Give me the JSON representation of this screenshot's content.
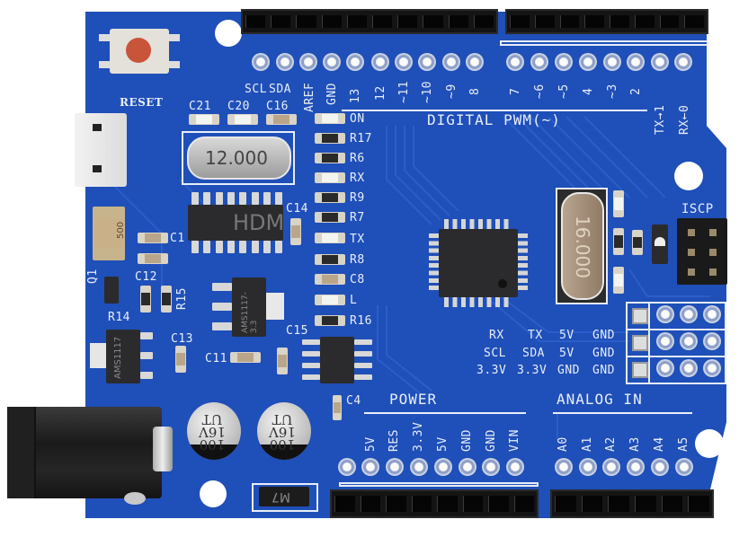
{
  "board": {
    "pcb_color": "#1f4fb8",
    "trace_color": "#2a5cc8",
    "silkscreen_color": "#e8eef8"
  },
  "reset": {
    "label": "RESET"
  },
  "top_header_labels": {
    "left": [
      "SCL",
      "SDA",
      "AREF",
      "GND",
      "13",
      "12",
      "~11",
      "~10",
      "~9",
      "8"
    ],
    "right": [
      "7",
      "~6",
      "~5",
      "4",
      "~3",
      "2",
      "TX→1",
      "RX←0"
    ],
    "digital_title": "DIGITAL PWM(~)"
  },
  "components": {
    "caps_top": [
      "C21",
      "C20",
      "C16"
    ],
    "crystal_12": "12.000",
    "crystal_16": "16.000",
    "ch340_marking": "HDM",
    "c14": "C14",
    "c1": "C1",
    "c12": "C12",
    "q1": "Q1",
    "r14": "R14",
    "r15": "R15",
    "c13": "C13",
    "c11": "C11",
    "c15": "C15",
    "c4": "C4",
    "regulator_main": "AMS1117",
    "regulator_33": "AMS1117-3.3",
    "fuse": "500",
    "diode": "M7",
    "elec_cap_1": [
      "100",
      "16V",
      "UT"
    ],
    "elec_cap_2": [
      "100",
      "16V",
      "UT"
    ]
  },
  "led_column": [
    "ON",
    "R17",
    "R6",
    "RX",
    "R9",
    "R7",
    "TX",
    "R8",
    "C8",
    "L",
    "R16"
  ],
  "iscp": {
    "label": "ISCP"
  },
  "aux_header": {
    "rows": [
      [
        "RX",
        "TX",
        "5V",
        "GND"
      ],
      [
        "SCL",
        "SDA",
        "5V",
        "GND"
      ],
      [
        "3.3V",
        "3.3V",
        "GND",
        "GND"
      ]
    ]
  },
  "power_header": {
    "title": "POWER",
    "labels": [
      "5V",
      "RES",
      "3.3V",
      "5V",
      "GND",
      "GND",
      "VIN"
    ]
  },
  "analog_header": {
    "title": "ANALOG IN",
    "labels": [
      "A0",
      "A1",
      "A2",
      "A3",
      "A4",
      "A5"
    ]
  }
}
